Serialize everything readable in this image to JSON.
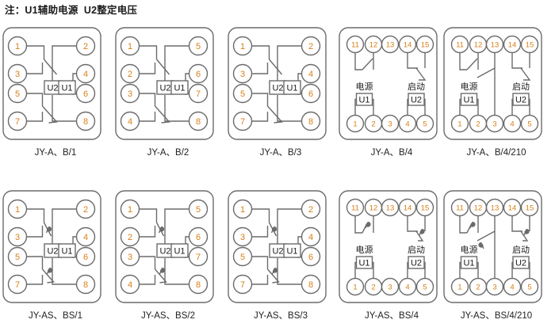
{
  "note": "注：U1辅助电源  U2整定电压",
  "colors": {
    "terminal_number": "#d98018",
    "wire": "#6b6b6b",
    "panel_border": "#6b6b6b",
    "text": "#1a1a1a",
    "background": "#ffffff"
  },
  "labels": {
    "u1": "U1",
    "u2": "U2",
    "power": "电源",
    "start": "启动"
  },
  "rows": [
    {
      "name": "jy-a-b-series",
      "diagrams": [
        {
          "caption": "JY-A、B/1",
          "type": "eight-terminal",
          "left_terminals": [
            "1",
            "3",
            "5",
            "7"
          ],
          "right_terminals": [
            "2",
            "4",
            "6",
            "8"
          ],
          "coil_left": "U2",
          "coil_right": "U1",
          "delay": false
        },
        {
          "caption": "JY-A、B/2",
          "type": "eight-terminal",
          "left_terminals": [
            "1",
            "2",
            "3",
            "4"
          ],
          "right_terminals": [
            "5",
            "6",
            "7",
            "8"
          ],
          "coil_left": "U2",
          "coil_right": "U1",
          "delay": false
        },
        {
          "caption": "JY-A、B/3",
          "type": "eight-terminal",
          "left_terminals": [
            "1",
            "3",
            "5",
            "7"
          ],
          "right_terminals": [
            "2",
            "4",
            "6",
            "8"
          ],
          "coil_left": "U2",
          "coil_right": "U1",
          "delay": false
        },
        {
          "caption": "JY-A、B/4",
          "type": "ten-terminal",
          "top_terminals": [
            "11",
            "12",
            "13",
            "14",
            "15"
          ],
          "bottom_terminals": [
            "1",
            "2",
            "3",
            "4",
            "5"
          ],
          "power_label": "电源",
          "power_coil": "U1",
          "start_label": "启动",
          "start_coil": "U2",
          "delay": false,
          "diagonal_link": false
        },
        {
          "caption": "JY-A、B/4/210",
          "type": "ten-terminal",
          "top_terminals": [
            "11",
            "12",
            "13",
            "14",
            "15"
          ],
          "bottom_terminals": [
            "1",
            "2",
            "3",
            "4",
            "5"
          ],
          "power_label": "电源",
          "power_coil": "U1",
          "start_label": "启动",
          "start_coil": "U2",
          "delay": false,
          "diagonal_link": true
        }
      ]
    },
    {
      "name": "jy-as-bs-series",
      "diagrams": [
        {
          "caption": "JY-AS、BS/1",
          "type": "eight-terminal",
          "left_terminals": [
            "1",
            "3",
            "5",
            "7"
          ],
          "right_terminals": [
            "2",
            "4",
            "6",
            "8"
          ],
          "coil_left": "U2",
          "coil_right": "U1",
          "delay": true
        },
        {
          "caption": "JY-AS、BS/2",
          "type": "eight-terminal",
          "left_terminals": [
            "1",
            "2",
            "3",
            "4"
          ],
          "right_terminals": [
            "5",
            "6",
            "7",
            "8"
          ],
          "coil_left": "U2",
          "coil_right": "U1",
          "delay": true
        },
        {
          "caption": "JY-AS、BS/3",
          "type": "eight-terminal",
          "left_terminals": [
            "1",
            "3",
            "5",
            "7"
          ],
          "right_terminals": [
            "2",
            "4",
            "6",
            "8"
          ],
          "coil_left": "U2",
          "coil_right": "U1",
          "delay": true
        },
        {
          "caption": "JY-AS、BS/4",
          "type": "ten-terminal",
          "top_terminals": [
            "11",
            "12",
            "13",
            "14",
            "15"
          ],
          "bottom_terminals": [
            "1",
            "2",
            "3",
            "4",
            "5"
          ],
          "power_label": "电源",
          "power_coil": "U1",
          "start_label": "启动",
          "start_coil": "U2",
          "delay": true,
          "diagonal_link": false
        },
        {
          "caption": "JY-AS、BS/4/210",
          "type": "ten-terminal",
          "top_terminals": [
            "11",
            "12",
            "13",
            "14",
            "15"
          ],
          "bottom_terminals": [
            "1",
            "2",
            "3",
            "4",
            "5"
          ],
          "power_label": "电源",
          "power_coil": "U1",
          "start_label": "启动",
          "start_coil": "U2",
          "delay": true,
          "diagonal_link": true
        }
      ]
    }
  ]
}
